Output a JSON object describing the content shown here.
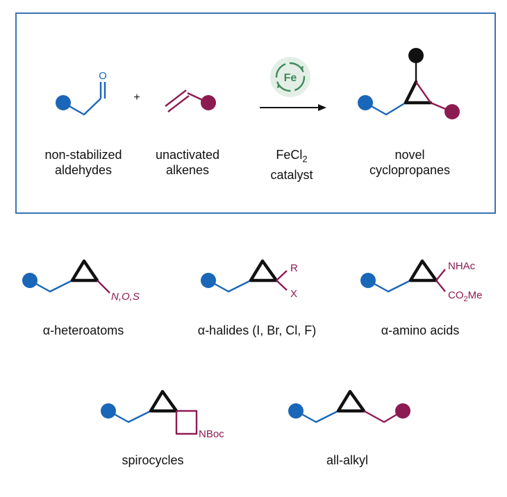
{
  "colors": {
    "blue": "#1a66b8",
    "magenta": "#8c1b52",
    "black": "#111111",
    "frame": "#3b72b0",
    "catalyst_green": "#3f8a5a",
    "catalyst_bg": "#e3efe6"
  },
  "catalyst_symbol": "Fe",
  "reaction": {
    "plus": "+",
    "aldehyde_atom": "O",
    "reagent1": {
      "line1": "non-stabilized",
      "line2": "aldehydes"
    },
    "reagent2": {
      "line1": "unactivated",
      "line2": "alkenes"
    },
    "catalyst": {
      "formula_main": "FeCl",
      "formula_sub": "2",
      "line2": "catalyst"
    },
    "product": {
      "line1": "novel",
      "line2": "cyclopropanes"
    }
  },
  "examples": [
    {
      "label": "α-heteroatoms",
      "substituent": "N,O,S"
    },
    {
      "label": "α-halides (I, Br, Cl, F)",
      "sub_top": "R",
      "sub_bottom": "X"
    },
    {
      "label": "α-amino acids",
      "sub_top": "NHAc",
      "sub_bottom_main": "CO",
      "sub_bottom_sub": "2",
      "sub_bottom_end": "Me"
    },
    {
      "label": "spirocycles",
      "substituent": "NBoc"
    },
    {
      "label": "all-alkyl"
    }
  ]
}
